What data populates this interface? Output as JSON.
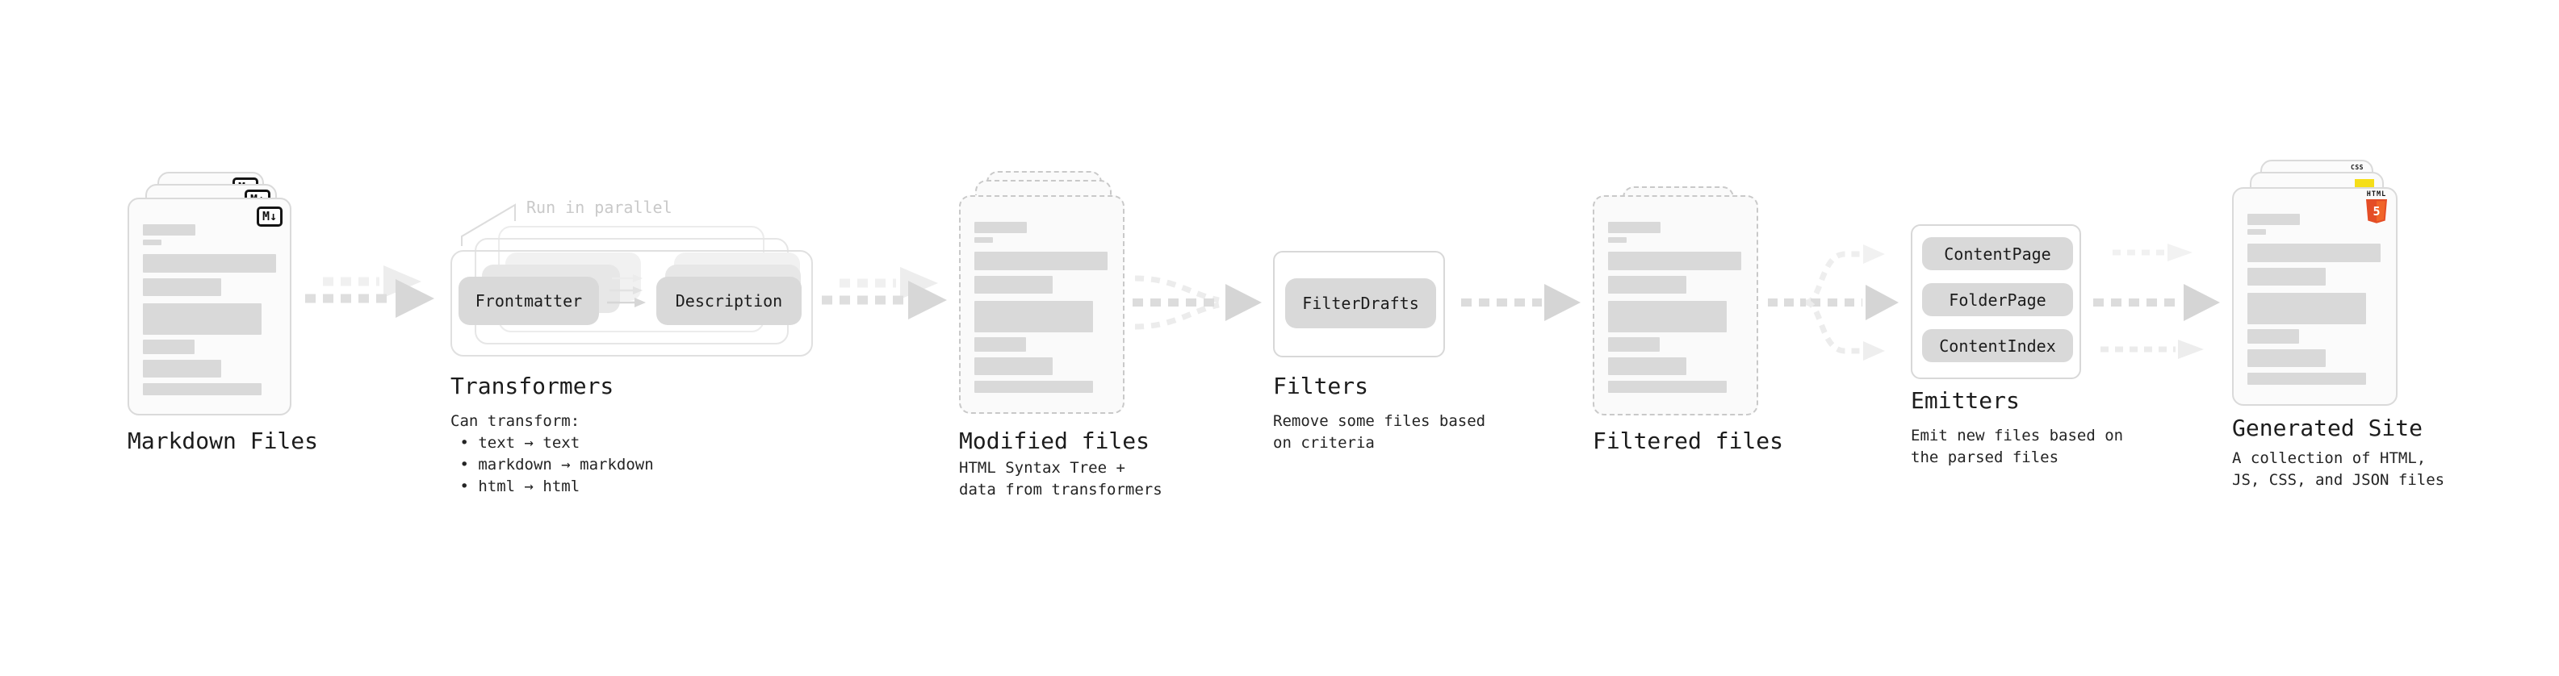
{
  "diagram": {
    "annotation": {
      "run_in_parallel": "Run in parallel"
    },
    "nodes": {
      "markdown_files": {
        "label": "Markdown Files",
        "file_badge": "M↓"
      },
      "transformers": {
        "label": "Transformers",
        "pills": [
          "Frontmatter",
          "Description"
        ],
        "description": "Can transform:\n • text → text\n • markdown → markdown\n • html → html"
      },
      "modified_files": {
        "label": "Modified files",
        "description": "HTML Syntax Tree +\ndata from transformers"
      },
      "filters": {
        "label": "Filters",
        "pill": "FilterDrafts",
        "description": "Remove some files based\non criteria"
      },
      "filtered_files": {
        "label": "Filtered files"
      },
      "emitters": {
        "label": "Emitters",
        "pills": [
          "ContentPage",
          "FolderPage",
          "ContentIndex"
        ],
        "description": "Emit new files based on\nthe parsed files"
      },
      "generated_site": {
        "label": "Generated Site",
        "description": "A collection of HTML,\nJS, CSS, and JSON files",
        "badges": {
          "css_label": "CSS",
          "html_label": "HTML",
          "html_number": "5"
        }
      }
    },
    "colors": {
      "pill_bg": "#d9d9d9",
      "card_border": "#dadada",
      "dashed_border": "#c9c9c9",
      "arrow_main": "#d9d9d9",
      "arrow_light": "#ececec",
      "annotation_text": "#c9c9c9",
      "heading_text": "#1c1c1c",
      "html5_orange": "#e44d26",
      "html5_orange_light": "#f16529",
      "js_yellow": "#f5de19",
      "css_blue": "#2965f1"
    }
  }
}
